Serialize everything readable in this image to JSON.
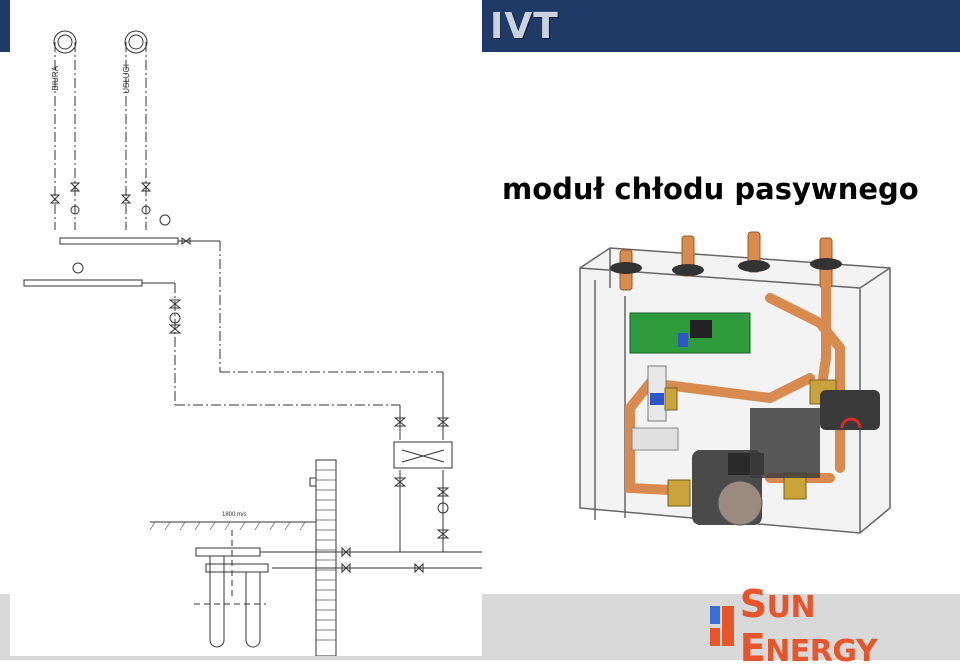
{
  "header": {
    "brand": "IVT",
    "bar_color": "#1f3a66"
  },
  "title": "moduł chłodu pasywnego",
  "schematic": {
    "labels": {
      "left_circuit": "BIURA",
      "right_circuit": "USŁUGI",
      "flow_note": "1800 m/s"
    }
  },
  "logo": {
    "text_s": "S",
    "text_un": "UN ",
    "text_e": "E",
    "text_nergy": "NERGY",
    "color": "#e8552b",
    "mark_blue": "#3a6fd8"
  },
  "footer": {
    "bar_color": "#d9d9d9"
  }
}
